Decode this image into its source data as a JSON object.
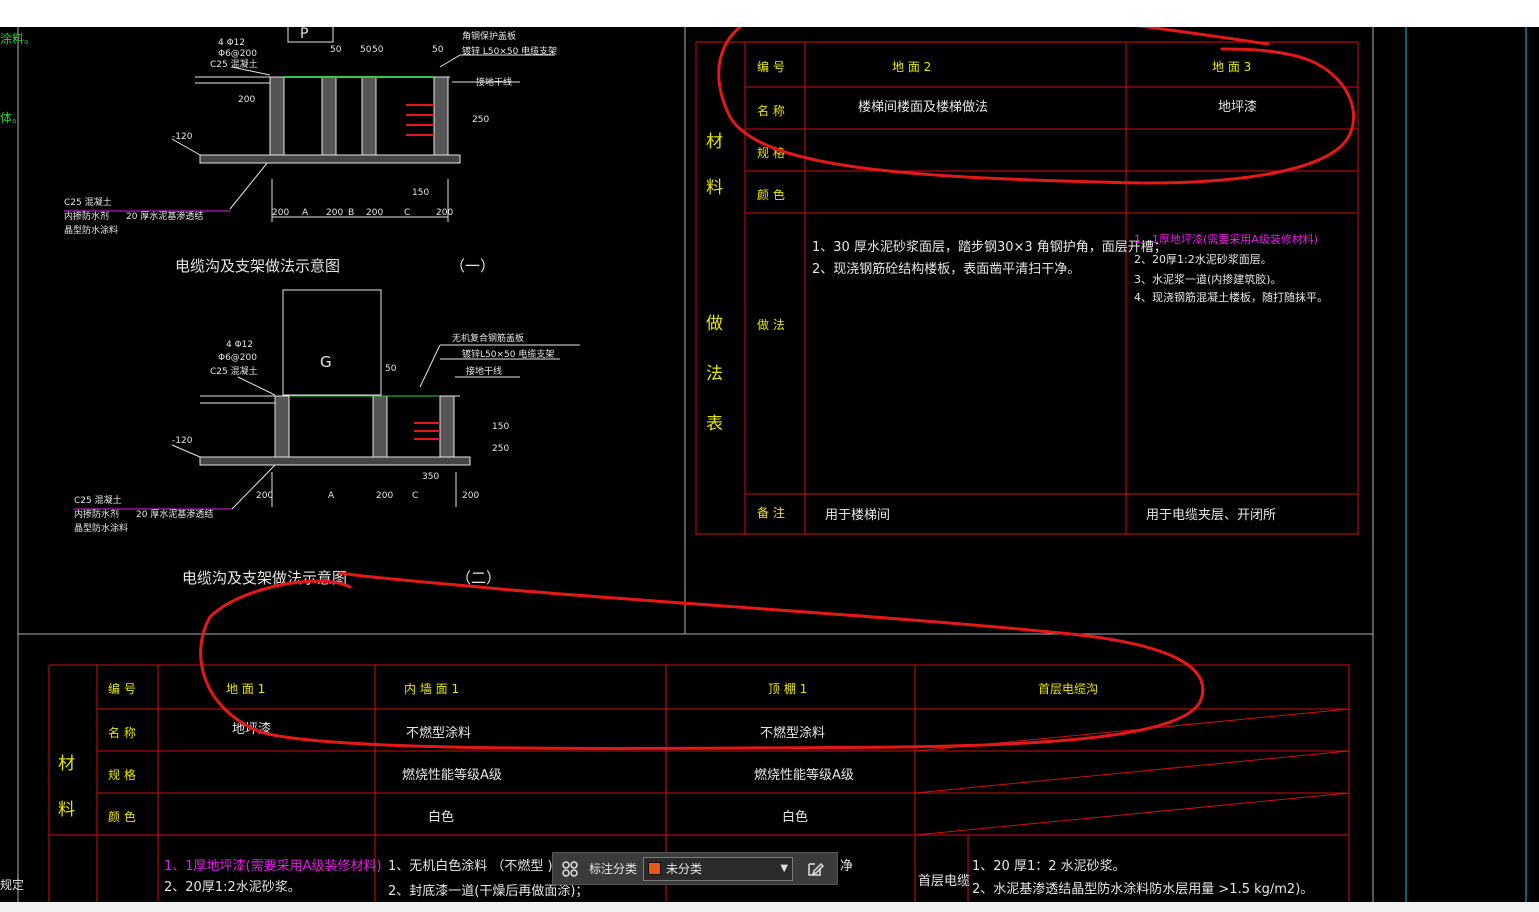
{
  "colors": {
    "bg": "#000000",
    "frame": "#cc1111",
    "cyan": "#19c9d6",
    "yellow": "#e6e600",
    "white": "#e6e6e6",
    "magenta": "#e020e0",
    "markup": "#e31818",
    "green": "#33cc33"
  },
  "left_edge": {
    "t1": "涂料。",
    "t2": "体。",
    "t3": "规定"
  },
  "detail1": {
    "title": "电缆沟及支架做法示意图",
    "num": "（一）",
    "box_letter": "P",
    "notes": {
      "rebar1": "4 Φ12",
      "rebar2": "Φ6@200",
      "c25": "C25 混凝土",
      "cover": "角钢保护盖板",
      "bracket": "镀锌 L50×50 电缆支架",
      "ground": "接地干线"
    },
    "dims": {
      "d50a": "50",
      "d50b": "50",
      "d50c": "50",
      "d50d": "50",
      "d200": "200",
      "d250": "250",
      "d120": "-120",
      "d150": "150"
    },
    "bottom": {
      "a": "200",
      "b": "A",
      "c": "200",
      "d": "B",
      "e": "200",
      "f": "C",
      "g": "200"
    },
    "legend": {
      "l1": "C25 混凝土",
      "l2": "内掺防水剂",
      "l3": "20 厚水泥基渗透结",
      "l4": "晶型防水涂料"
    }
  },
  "detail2": {
    "title": "电缆沟及支架做法示意图",
    "num": "（二）",
    "box_letter": "G",
    "notes": {
      "rebar1": "4 Φ12",
      "rebar2": "Φ6@200",
      "c25": "C25 混凝土",
      "cover": "无机复合钢筋盖板",
      "bracket": "镀锌L50×50 电缆支架",
      "ground": "接地干线"
    },
    "dims": {
      "d50": "50",
      "d120": "-120",
      "d150": "150",
      "d250": "250",
      "d350": "350"
    },
    "bottom": {
      "a": "200",
      "b": "A",
      "c": "200",
      "d": "C",
      "e": "200"
    },
    "legend": {
      "l1": "C25 混凝土",
      "l2": "内掺防水剂",
      "l3": "20 厚水泥基渗透结",
      "l4": "晶型防水涂料"
    }
  },
  "table1": {
    "side": {
      "c1": "材",
      "c2": "料",
      "c3": "做",
      "c4": "法",
      "c5": "表"
    },
    "row_labels": {
      "code": "编 号",
      "name": "名 称",
      "spec": "规 格",
      "color": "颜 色",
      "method": "做 法",
      "remark": "备 注"
    },
    "col1": {
      "code": "地 面 2",
      "name": "楼梯间楼面及楼梯做法",
      "method1": "1、30 厚水泥砂浆面层，踏步钢30×3 角钢护角，面层开槽；",
      "method2": "2、现浇钢筋砼结构楼板，表面凿平清扫干净。",
      "remark": "用于楼梯间"
    },
    "col2": {
      "code": "地 面 3",
      "name": "地坪漆",
      "method1": "1、1厚地坪漆(需要采用A级装修材料)",
      "method2": "2、20厚1:2水泥砂浆面层。",
      "method3": "3、水泥浆一道(内掺建筑胶)。",
      "method4": "4、现浇钢筋混凝土楼板，随打随抹平。",
      "remark": "用于电缆夹层、开闭所"
    }
  },
  "table2": {
    "side": {
      "c1": "材",
      "c2": "料"
    },
    "row_labels": {
      "code": "编 号",
      "name": "名 称",
      "spec": "规 格",
      "color": "颜 色"
    },
    "headers": {
      "h1": "地 面 1",
      "h2": "内 墙 面 1",
      "h3": "顶 棚 1",
      "h4": "首层电缆沟"
    },
    "names": {
      "n1": "地坪漆",
      "n2": "不燃型涂料",
      "n3": "不燃型涂料"
    },
    "specs": {
      "s2": "燃烧性能等级A级",
      "s3": "燃烧性能等级A级"
    },
    "colors_row": {
      "c2": "白色",
      "c3": "白色"
    },
    "method": {
      "m1a": "1、1厚地坪漆(需要采用A级装修材料)",
      "m1b": "2、20厚1:2水泥砂浆。",
      "m2a": "1、无机白色涂料 （不燃型 )两道饰",
      "m2b": "2、封底漆一道(干燥后再做面涂)；",
      "m3a": "净",
      "m4label": "首层电缆",
      "m4a": "1、20 厚1：2 水泥砂浆。",
      "m4b": "2、水泥基渗透结晶型防水涂料防水层用量 >1.5 kg/m2)。"
    }
  },
  "toolbar": {
    "grid_icon": "grid-icon",
    "label": "标注分类",
    "select_value": "未分类",
    "swatch": "#e8581c",
    "edit_icon": "edit-icon"
  }
}
